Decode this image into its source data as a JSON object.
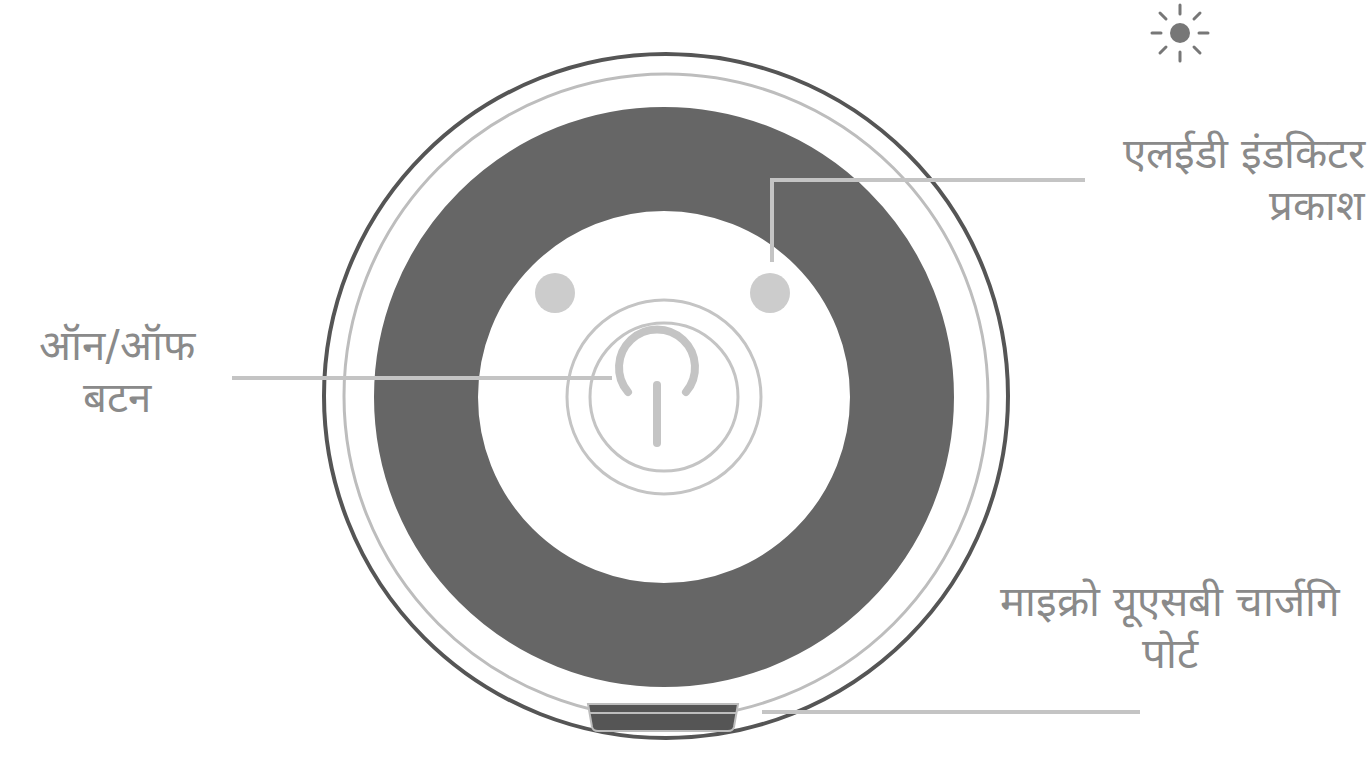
{
  "diagram": {
    "labels": [
      "एलईडी इंडकिटर प्रकाश",
      "ऑन/ऑफ बटन",
      "माइक्रो यूएसबी चार्जगि पोर्ट"
    ]
  }
}
